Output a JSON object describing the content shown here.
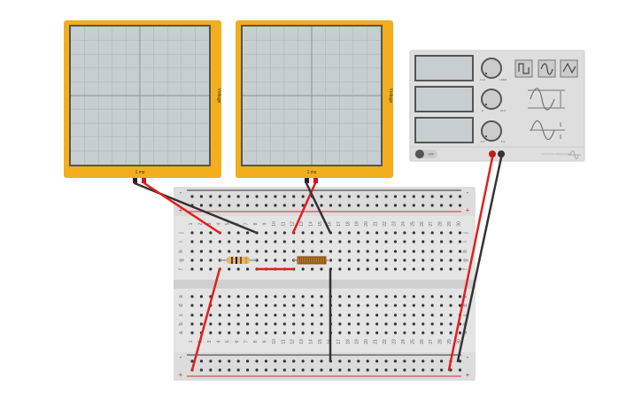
{
  "oscilloscopes": [
    {
      "time_label": "1 ms",
      "axis_label": "Voltage"
    },
    {
      "time_label": "1 ms",
      "axis_label": "Voltage"
    }
  ],
  "function_generator": {
    "knob1": {
      "min": "1 Hz",
      "max": "1 MHz"
    },
    "knob2": {
      "min": "0",
      "max": "10 V"
    },
    "knob3": {
      "min": "-5 V",
      "max": "5 V"
    },
    "waveforms": [
      "square-wave-icon",
      "sine-wave-icon",
      "triangle-wave-icon"
    ],
    "power_label": "OFF",
    "brand": "FUNCTION GENERATOR"
  },
  "breadboard": {
    "columns": [
      "1",
      "2",
      "3",
      "4",
      "5",
      "6",
      "7",
      "8",
      "9",
      "10",
      "11",
      "12",
      "13",
      "14",
      "15",
      "16",
      "17",
      "18",
      "19",
      "20",
      "21",
      "22",
      "23",
      "24",
      "25",
      "26",
      "27",
      "28",
      "29",
      "30"
    ],
    "top_rows": [
      "j",
      "i",
      "h",
      "g",
      "f"
    ],
    "bottom_rows": [
      "e",
      "d",
      "c",
      "b",
      "a"
    ],
    "rail_minus": "-",
    "rail_plus": "+"
  },
  "colors": {
    "scope": "#f2ae1c",
    "screen": "#c6ced0",
    "wire_red": "#e0201e",
    "wire_black": "#333333",
    "board": "#dcdcdc"
  }
}
